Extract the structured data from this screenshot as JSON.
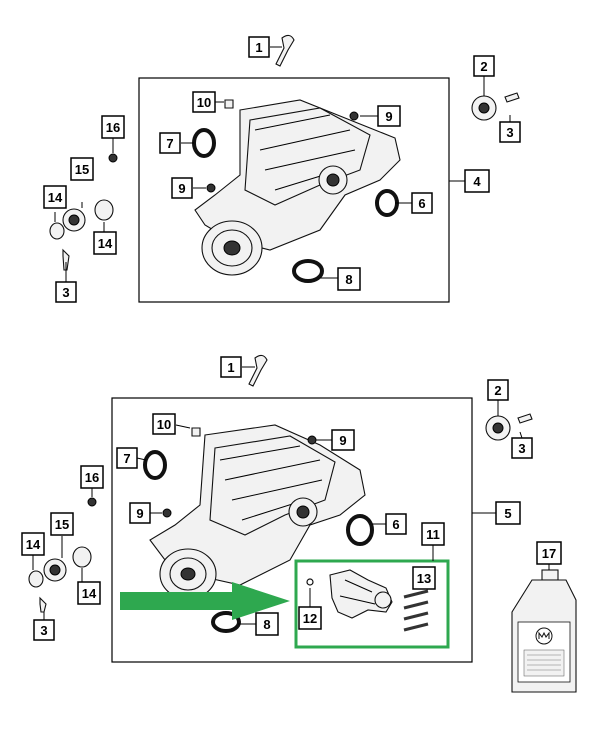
{
  "diagram": {
    "callouts": {
      "top_1": "1",
      "top_2": "2",
      "top_3a": "3",
      "top_3b": "3",
      "top_4": "4",
      "top_6": "6",
      "top_7": "7",
      "top_8": "8",
      "top_9a": "9",
      "top_9b": "9",
      "top_10": "10",
      "top_14a": "14",
      "top_14b": "14",
      "top_15": "15",
      "top_16": "16",
      "bot_1": "1",
      "bot_2": "2",
      "bot_3a": "3",
      "bot_3b": "3",
      "bot_5": "5",
      "bot_6": "6",
      "bot_7": "7",
      "bot_8": "8",
      "bot_9a": "9",
      "bot_9b": "9",
      "bot_10": "10",
      "bot_11": "11",
      "bot_12": "12",
      "bot_13": "13",
      "bot_14a": "14",
      "bot_14b": "14",
      "bot_15": "15",
      "bot_16": "16",
      "bot_17": "17"
    },
    "colors": {
      "highlight_box": "#2ea84f",
      "arrow": "#2ea84f"
    }
  }
}
